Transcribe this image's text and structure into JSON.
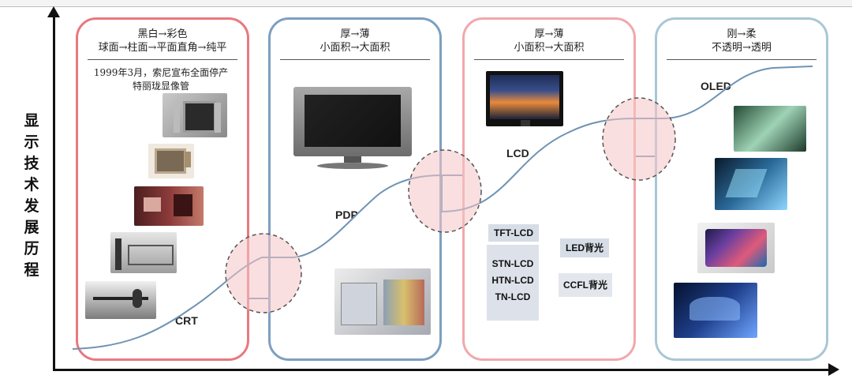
{
  "y_axis_label": "显示技术发展历程",
  "stages": [
    {
      "id": "crt",
      "head_line1": "黑白→彩色",
      "head_line2": "球面→柱面→平面直角→纯平",
      "tech": "CRT",
      "note_line1": "1999年3月，索尼宣布全面停产",
      "note_line2": "特丽珑显像管"
    },
    {
      "id": "pdp",
      "head_line1": "厚→薄",
      "head_line2": "小面积→大面积",
      "tech": "PDP"
    },
    {
      "id": "lcd",
      "head_line1": "厚→薄",
      "head_line2": "小面积→大面积",
      "tech": "LCD",
      "badges": {
        "tft": "TFT-LCD",
        "stn": "STN-LCD",
        "htn": "HTN-LCD",
        "tn": "TN-LCD",
        "led": "LED背光",
        "ccfl": "CCFL背光"
      }
    },
    {
      "id": "oled",
      "head_line1": "刚→柔",
      "head_line2": "不透明→透明",
      "tech": "OLED"
    }
  ],
  "colors": {
    "crt_border": "#e8797e",
    "pdp_border": "#7e9fc0",
    "lcd_border": "#f1a8ac",
    "oled_border": "#a9c7d6",
    "curve": "#6f93b3",
    "transition_circle": "#f6c4c6"
  }
}
